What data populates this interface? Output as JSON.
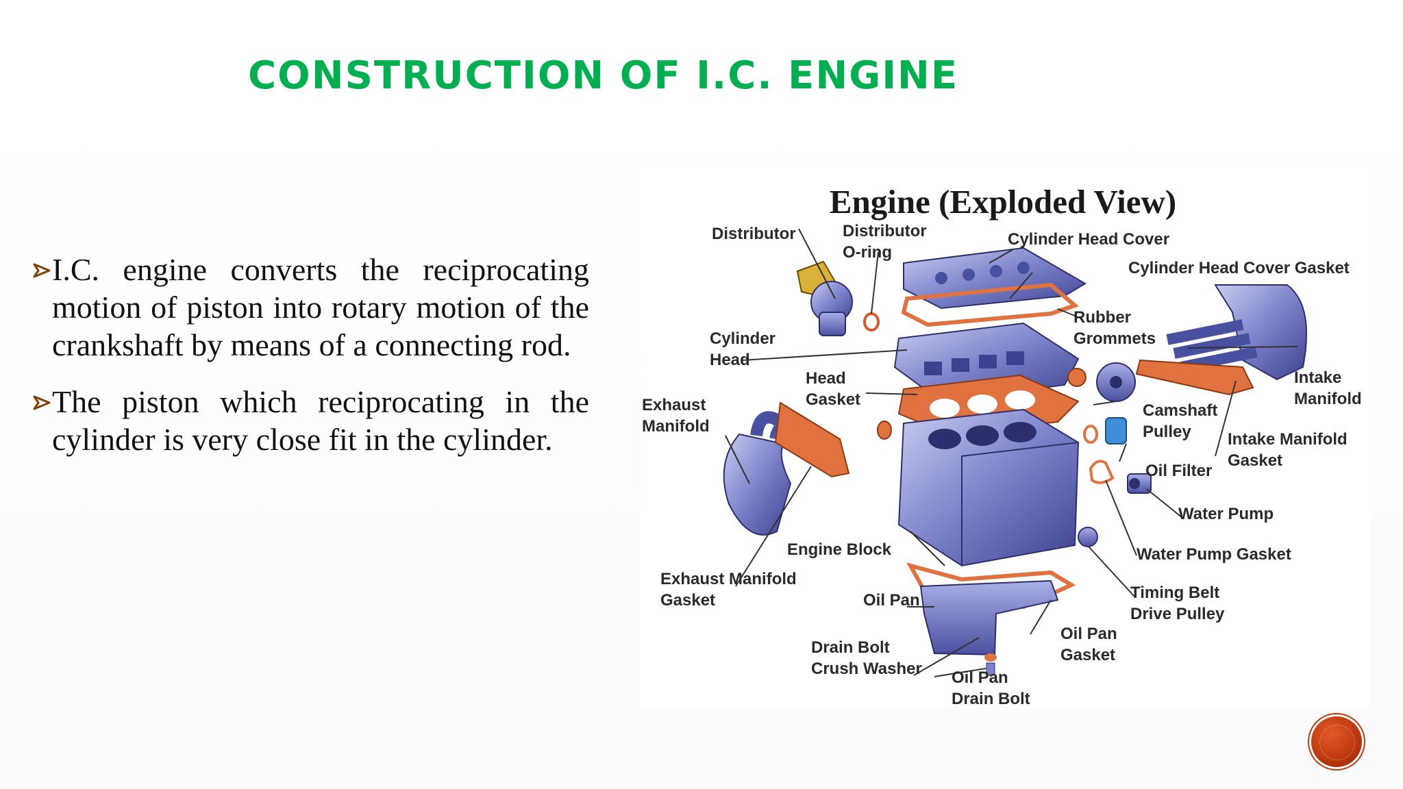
{
  "slide": {
    "title": "CONSTRUCTION OF I.C. ENGINE",
    "bullets": [
      "I.C. engine converts the reciprocating motion of piston into rotary motion of the crankshaft by means of a connecting rod.",
      "The piston which reciprocating in the cylinder is very close fit in the cylinder."
    ]
  },
  "figure": {
    "title": "Engine (Exploded View)",
    "labels": {
      "distributor": "Distributor",
      "distributor_oring": "Distributor\nO-ring",
      "cylinder_head_cover": "Cylinder Head Cover",
      "cylinder_head_cover_gasket": "Cylinder Head Cover Gasket",
      "rubber_grommets": "Rubber\nGrommets",
      "cylinder_head": "Cylinder\nHead",
      "head_gasket": "Head\nGasket",
      "intake_manifold": "Intake\nManifold",
      "exhaust_manifold": "Exhaust\nManifold",
      "camshaft_pulley": "Camshaft\nPulley",
      "intake_manifold_gasket": "Intake Manifold\nGasket",
      "oil_filter": "Oil Filter",
      "water_pump": "Water Pump",
      "water_pump_gasket": "Water Pump Gasket",
      "engine_block": "Engine Block",
      "exhaust_manifold_gasket": "Exhaust Manifold\nGasket",
      "oil_pan": "Oil Pan",
      "timing_belt_drive_pulley": "Timing Belt\nDrive Pulley",
      "oil_pan_gasket": "Oil Pan\nGasket",
      "drain_bolt_crush_washer": "Drain Bolt\nCrush Washer",
      "oil_pan_drain_bolt": "Oil Pan\nDrain Bolt"
    }
  },
  "colors": {
    "title": "#00b050",
    "bullet_arrow": "#7f3f00",
    "engine_metal": "#7b82c9",
    "gasket": "#e0723f",
    "nav_button": "#c0390f"
  }
}
